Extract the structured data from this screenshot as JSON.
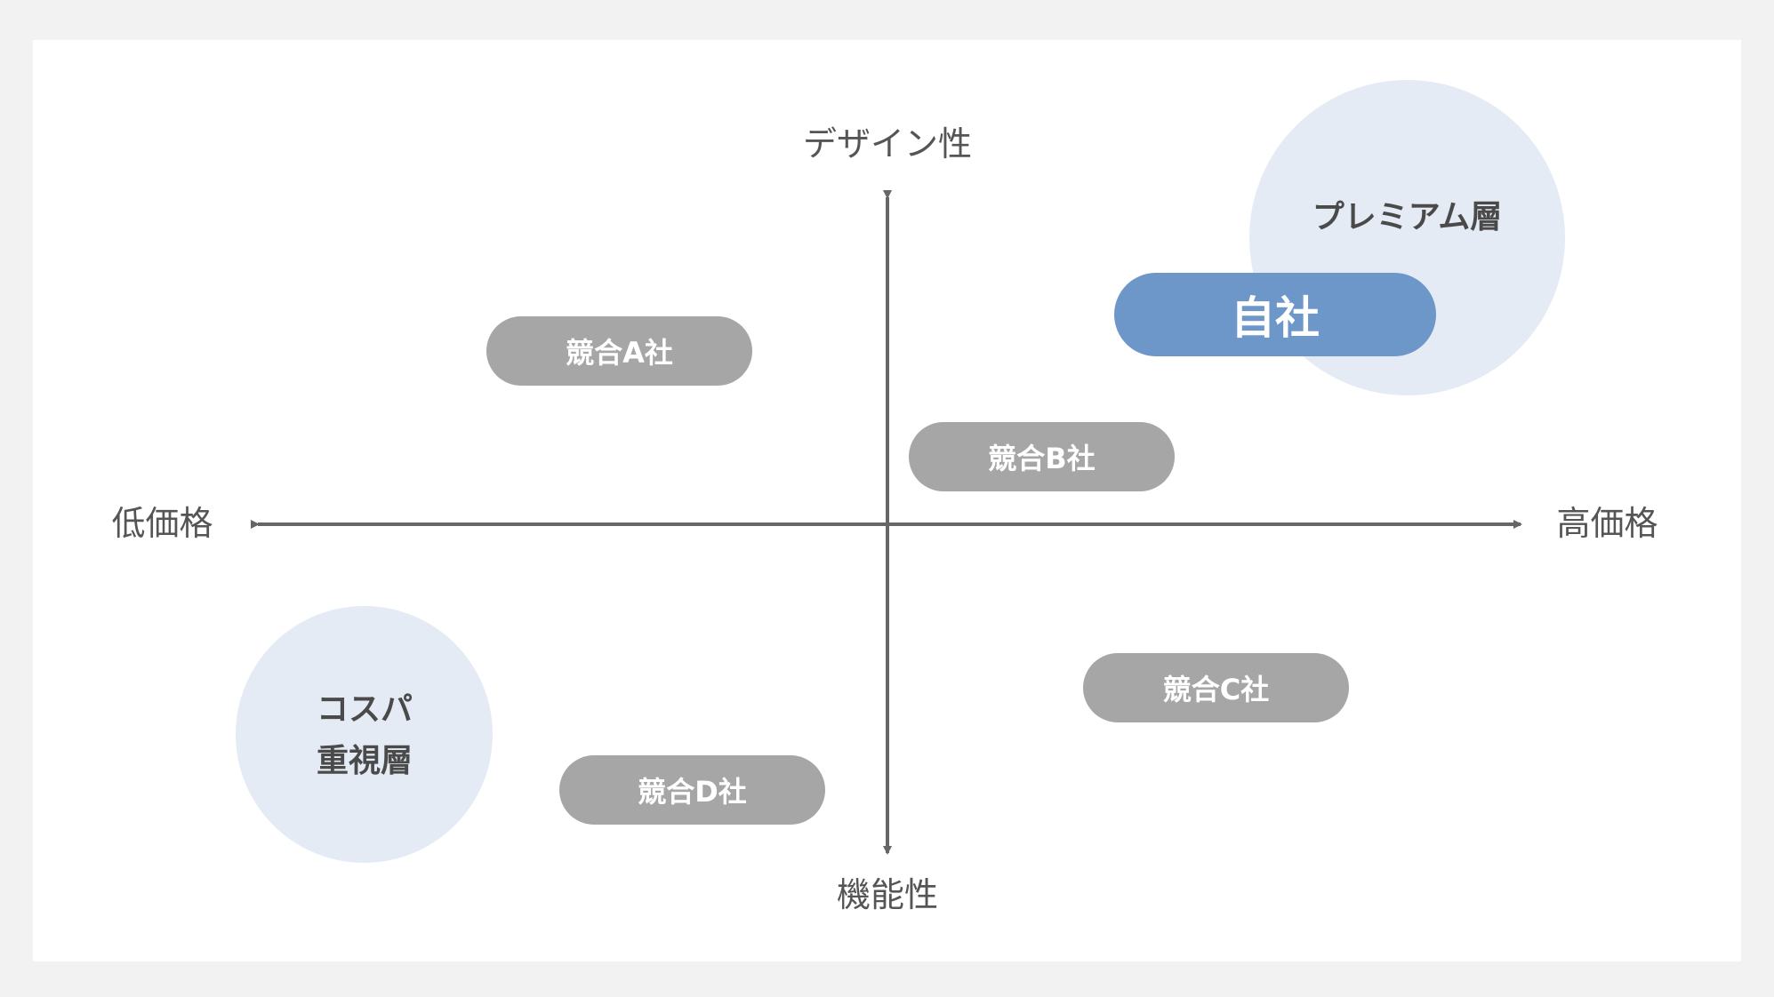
{
  "axes": {
    "top": "デザイン性",
    "bottom": "機能性",
    "left": "低価格",
    "right": "高価格"
  },
  "segments": {
    "premium": "プレミアム層",
    "value": "コスパ\n重視層"
  },
  "entities": {
    "own": "自社",
    "competitor_a": "競合A社",
    "competitor_b": "競合B社",
    "competitor_c": "競合C社",
    "competitor_d": "競合D社"
  },
  "colors": {
    "axis": "#666666",
    "competitor": "#a6a6a6",
    "own": "#6d96c9",
    "segment": "#e4ebf4",
    "background": "#f2f2f2",
    "card": "#ffffff"
  }
}
